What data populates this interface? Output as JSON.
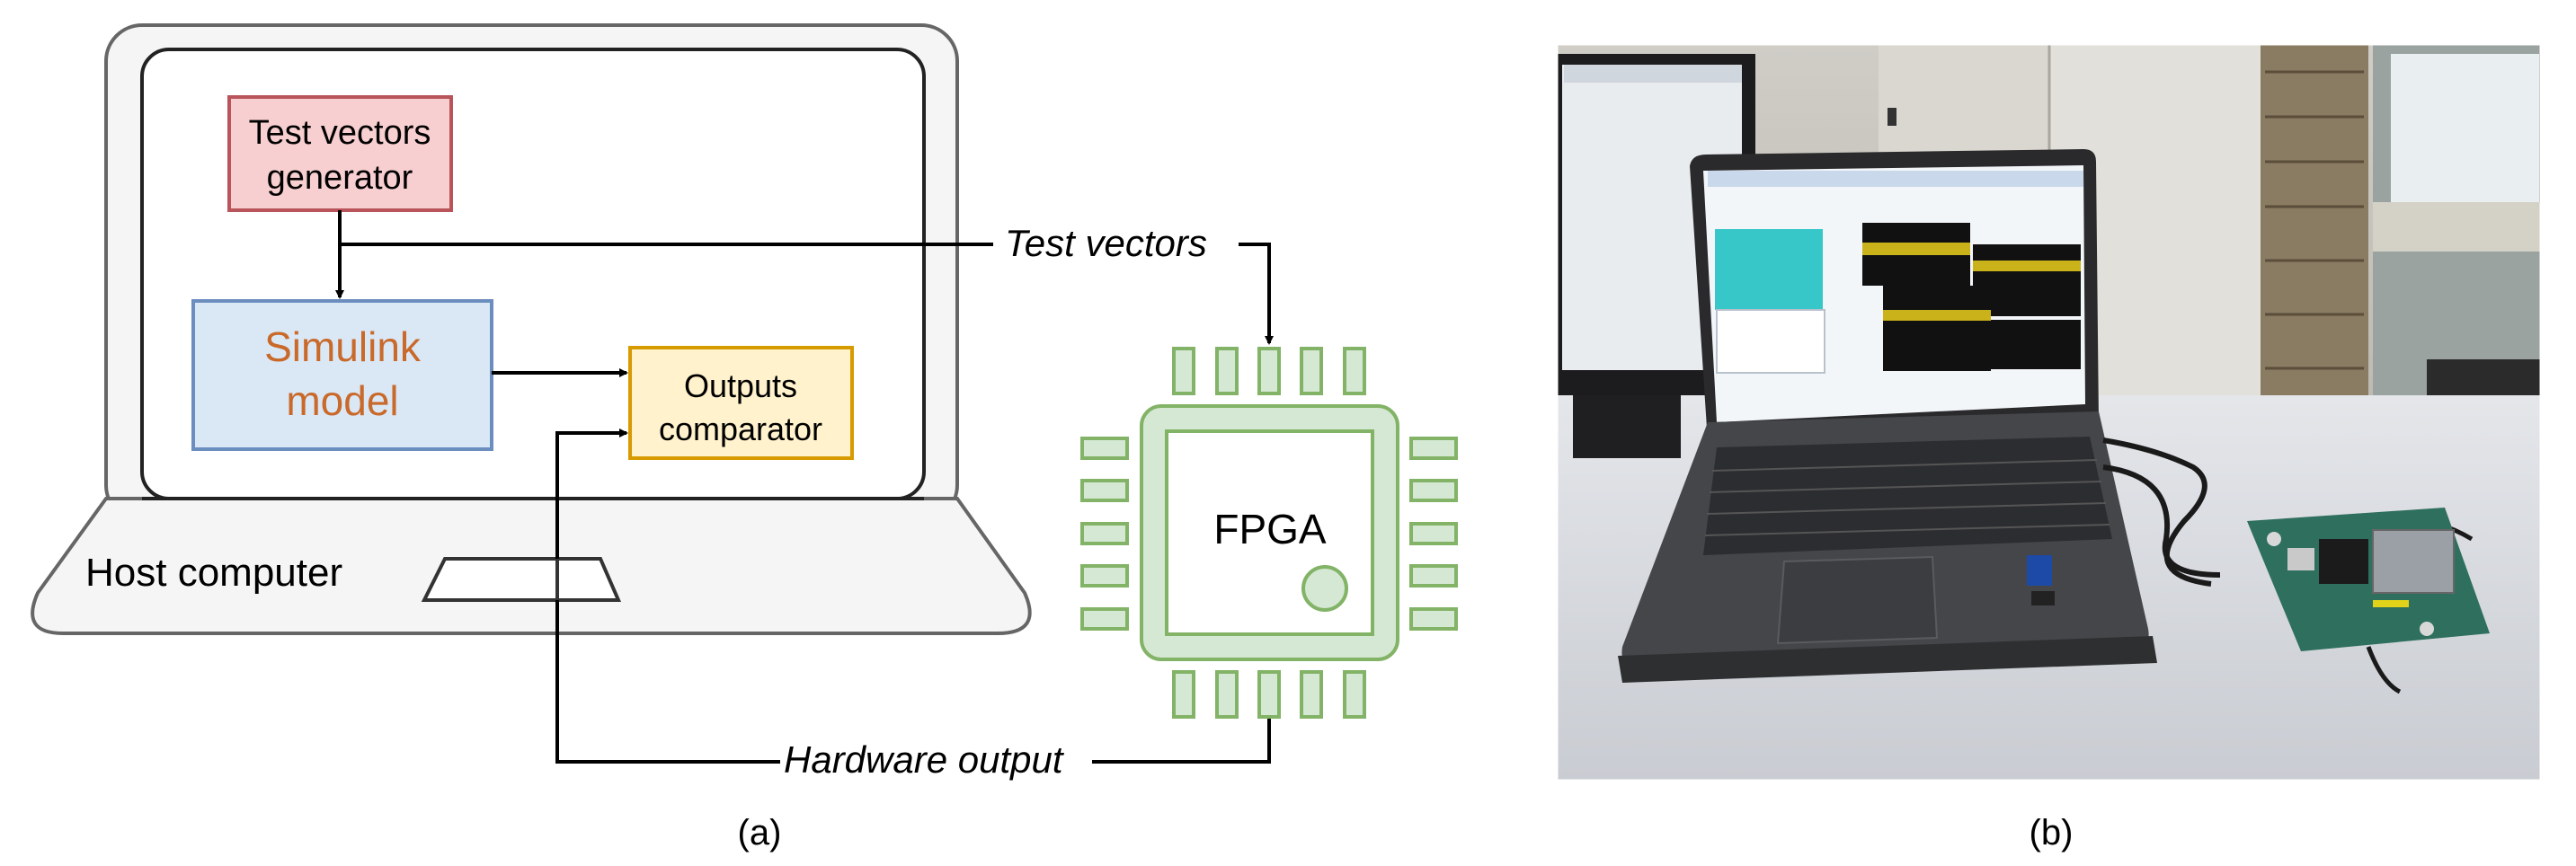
{
  "diagram": {
    "host_label": "Host computer",
    "blocks": {
      "generator": {
        "line1": "Test vectors",
        "line2": "generator"
      },
      "simulink": {
        "line1": "Simulink",
        "line2": "model"
      },
      "comparator": {
        "line1": "Outputs",
        "line2": "comparator"
      },
      "fpga": {
        "label": "FPGA"
      }
    },
    "signals": {
      "test_vectors": "Test vectors",
      "hardware_output": "Hardware output"
    },
    "caption": "(a)"
  },
  "photo": {
    "caption": "(b)"
  },
  "colors": {
    "generator_fill": "#f8cfd0",
    "generator_stroke": "#b8545a",
    "simulink_fill": "#dae8f6",
    "simulink_stroke": "#6c8ebf",
    "simulink_text": "#c9692a",
    "comparator_fill": "#fff2cc",
    "comparator_stroke": "#d79b00",
    "fpga_fill": "#d5e8d4",
    "fpga_stroke": "#82b366",
    "laptop_fill": "#f5f5f5",
    "laptop_stroke": "#666666"
  }
}
